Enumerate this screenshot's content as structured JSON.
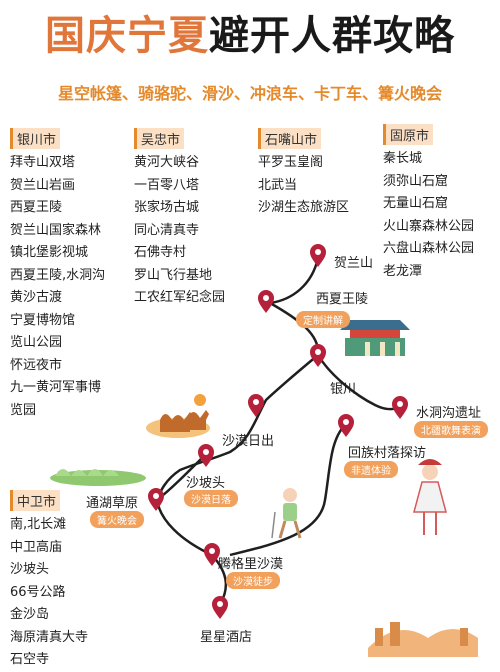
{
  "header": {
    "title_part1": "国庆宁夏",
    "title_part2": "避开人群攻略",
    "subtitle": "星空帐篷、骑骆驼、滑沙、冲浪车、卡丁车、篝火晚会"
  },
  "columns": [
    {
      "region": "银川市",
      "items": [
        "拜寺山双塔",
        "贺兰山岩画",
        "西夏王陵",
        "贺兰山国家森林",
        "镇北堡影视城",
        "西夏王陵,水洞沟",
        "黄沙古渡",
        "宁夏博物馆",
        "览山公园",
        "怀远夜市",
        "九一黄河军事博",
        "览园"
      ]
    },
    {
      "region": "吴忠市",
      "items": [
        "黄河大峡谷",
        "一百零八塔",
        "张家场古城",
        "同心清真寺",
        "石佛寺村",
        "罗山飞行基地",
        "工农红军纪念园"
      ]
    },
    {
      "region": "石嘴山市",
      "items": [
        "平罗玉皇阁",
        "北武当",
        "沙湖生态旅游区"
      ]
    },
    {
      "region": "固原市",
      "items": [
        "秦长城",
        "须弥山石窟",
        "无量山石窟",
        "火山寨森林公园",
        "六盘山森林公园",
        "老龙潭"
      ]
    },
    {
      "region": "中卫市",
      "items": [
        "南,北长滩",
        "中卫高庙",
        "沙坡头",
        "66号公路",
        "金沙岛",
        "海原清真大寺",
        "石空寺"
      ]
    }
  ],
  "map": {
    "places": [
      {
        "name": "贺兰山"
      },
      {
        "name": "西夏王陵",
        "tag": "定制讲解"
      },
      {
        "name": "银川"
      },
      {
        "name": "水洞沟遗址",
        "tag": "北疆歌舞表演"
      },
      {
        "name": "回族村落探访",
        "tag": "非遗体验"
      },
      {
        "name": "沙漠日出"
      },
      {
        "name": "沙坡头",
        "tag": "沙漠日落"
      },
      {
        "name": "通湖草原",
        "tag": "篝火晚会"
      },
      {
        "name": "腾格里沙漠",
        "tag": "沙漠徒步"
      },
      {
        "name": "星星酒店"
      }
    ]
  },
  "colors": {
    "accent": "#e58a2c",
    "pin": "#b5213a",
    "route": "#1f1f1f",
    "tag_bg": "#f2a15c"
  }
}
